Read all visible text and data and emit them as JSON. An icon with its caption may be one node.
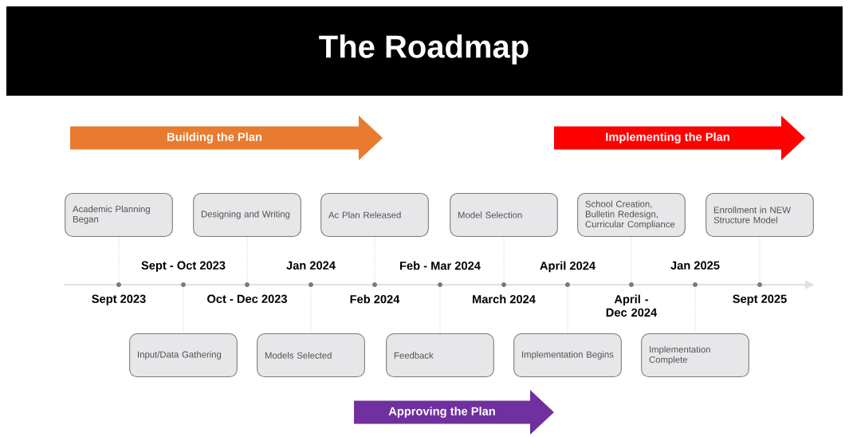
{
  "diagram": {
    "title": "The Roadmap",
    "nodes": [
      {
        "text": [
          "Building the Plan"
        ]
      },
      {
        "text": [
          "Implementing the Plan"
        ]
      },
      {
        "text": [
          "Academic Planning Began"
        ]
      },
      {
        "text": [
          "Input/Data Gathering"
        ]
      },
      {
        "text": [
          "Designing and Writing"
        ]
      },
      {
        "text": [
          "Models Selected"
        ]
      },
      {
        "text": [
          "Ac Plan Released"
        ]
      },
      {
        "text": [
          "Feedback"
        ]
      },
      {
        "text": [
          "Model Selection"
        ]
      },
      {
        "text": [
          "Implementation Begins"
        ]
      },
      {
        "text": [
          "School Creation, Bulletin Redesign, Curricular Compliance"
        ]
      },
      {
        "text": [
          "Implementation Complete"
        ]
      },
      {
        "text": [
          "Enrollment in NEW Structure Model"
        ]
      },
      {
        "text": [
          "Approving the Plan"
        ]
      },
      {
        "text": [],
        "shape": "circle"
      },
      {
        "text": [],
        "shape": "circle"
      },
      {
        "text": [],
        "shape": "circle"
      },
      {
        "text": [],
        "shape": "circle"
      },
      {
        "text": [],
        "shape": "circle"
      },
      {
        "text": [],
        "shape": "circle"
      },
      {
        "text": [],
        "shape": "circle"
      },
      {
        "text": [],
        "shape": "circle"
      },
      {
        "text": [],
        "shape": "circle"
      },
      {
        "text": [],
        "shape": "circle"
      },
      {
        "text": [],
        "shape": "circle"
      }
    ],
    "edges": [
      {
        "from": 2,
        "to": 14,
        "arrow": "none"
      },
      {
        "from": 3,
        "to": 15,
        "arrow": "none"
      },
      {
        "from": 4,
        "to": 16,
        "arrow": "none"
      },
      {
        "from": 5,
        "to": 17,
        "arrow": "none"
      },
      {
        "from": 6,
        "to": 18,
        "arrow": "none"
      },
      {
        "from": 7,
        "to": 19,
        "arrow": "none"
      },
      {
        "from": 8,
        "to": 20,
        "arrow": "none"
      },
      {
        "from": 9,
        "to": 21,
        "arrow": "none"
      },
      {
        "from": 10,
        "to": 22,
        "arrow": "none"
      },
      {
        "from": 11,
        "to": 23,
        "arrow": "none"
      },
      {
        "from": 12,
        "to": 24,
        "arrow": "none"
      }
    ],
    "labels": [
      "Sept - Oct 2023",
      "Jan 2024",
      "Feb - Mar 2024",
      "April 2024",
      "Jan 2025",
      "Sept 2023",
      "Oct - Dec 2023",
      "Feb 2024",
      "March 2024",
      "April - Dec 2024",
      "Sept 2025"
    ]
  }
}
